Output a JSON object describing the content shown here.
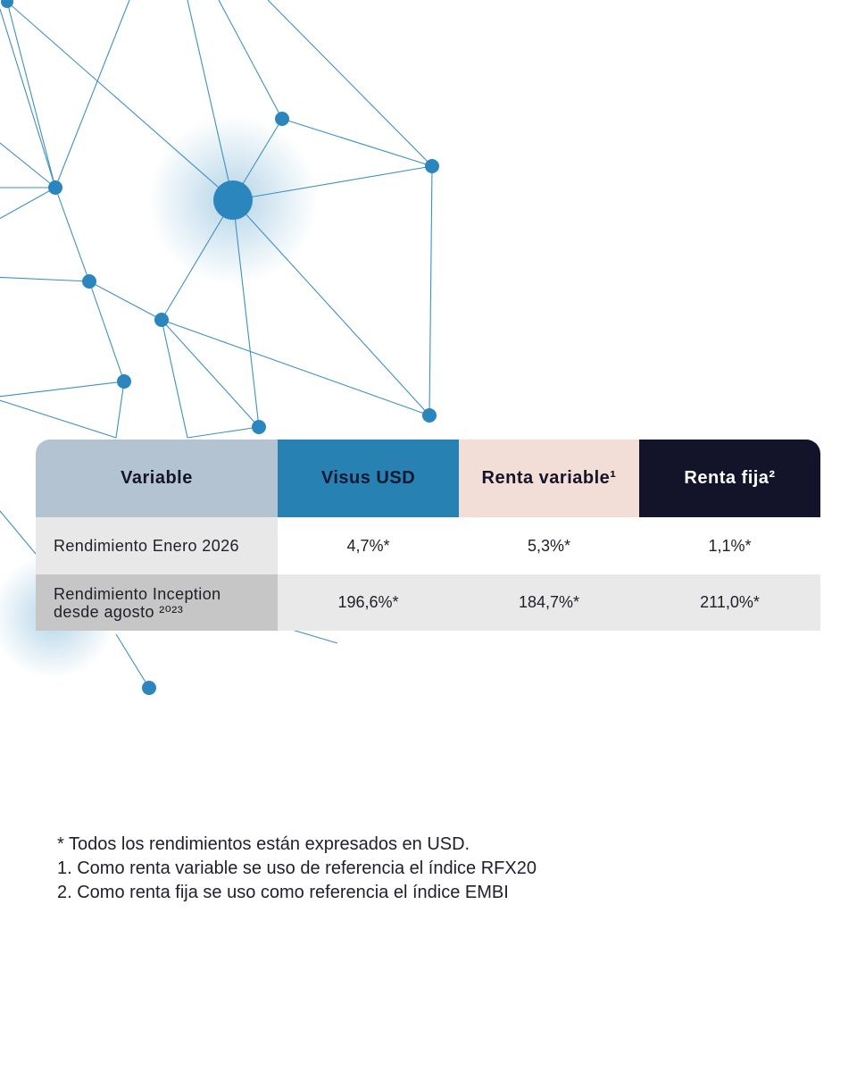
{
  "colors": {
    "network": "#2a86bc",
    "header_variable": "#b4c3d2",
    "header_visus": "#2781b2",
    "header_renta_variable": "#f3ddd7",
    "header_renta_fija": "#13132a"
  },
  "table": {
    "headers": [
      "Variable",
      "Visus USD",
      "Renta variable¹",
      "Renta fija²"
    ],
    "rows": [
      {
        "label": "Rendimiento Enero 2026",
        "values": [
          "4,7%*",
          "5,3%*",
          "1,1%*"
        ]
      },
      {
        "label_line1": "Rendimiento Inception",
        "label_line2": "desde agosto ²⁰²³",
        "values": [
          "196,6%*",
          "184,7%*",
          "211,0%*"
        ]
      }
    ]
  },
  "footnotes": [
    "* Todos los rendimientos están expresados en USD.",
    "1. Como renta variable se uso de referencia el índice RFX20",
    "2. Como renta fija se uso como referencia el índice EMBI"
  ]
}
